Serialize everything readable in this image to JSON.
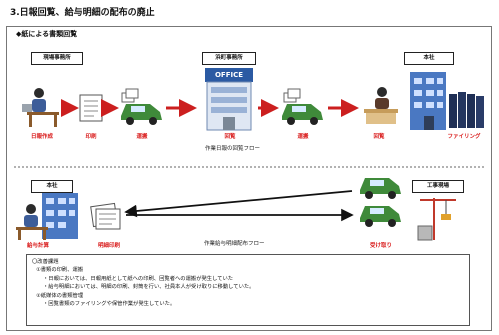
{
  "title": "3.日報回覧、給与明細の配布の廃止",
  "subheading": "◆紙による書類回覧",
  "flow_top": {
    "office_site_label": "現場事務所",
    "office_kanda_label": "浜町事務所",
    "head_office_label": "本社",
    "office_sign": "OFFICE",
    "steps": [
      "日報作成",
      "印刷",
      "運搬",
      "回覧",
      "運搬",
      "回覧",
      "ファイリング"
    ],
    "caption": "作業日報の回覧フロー"
  },
  "flow_bottom": {
    "head_office_label": "本社",
    "site_label": "工事現場",
    "steps_left": [
      "給与計算",
      "明細印刷"
    ],
    "step_right": "受け取り",
    "caption": "作業給与明細配布フロー"
  },
  "notes": {
    "heading": "〇改善課題",
    "items": [
      {
        "level": 1,
        "text": "①書類の印刷、運搬"
      },
      {
        "level": 2,
        "text": "・日報においては、日報用紙として紙への印刷、回覧者への運搬が発生していた"
      },
      {
        "level": 2,
        "text": "・給与明細においては、明細の印刷、封筒を行い、社員本人が受け取りに移動していた。"
      },
      {
        "level": 1,
        "text": "②紙媒体の書類管理"
      },
      {
        "level": 2,
        "text": "・回覧書類のファイリングや保管作業が発生していた。"
      }
    ]
  },
  "colors": {
    "accent_red": "#d91b1b",
    "car_green": "#3f8a3a",
    "building_blue": "#4a78c2",
    "folder_navy": "#1f2f55",
    "arrow_red": "#cc1f1f"
  }
}
